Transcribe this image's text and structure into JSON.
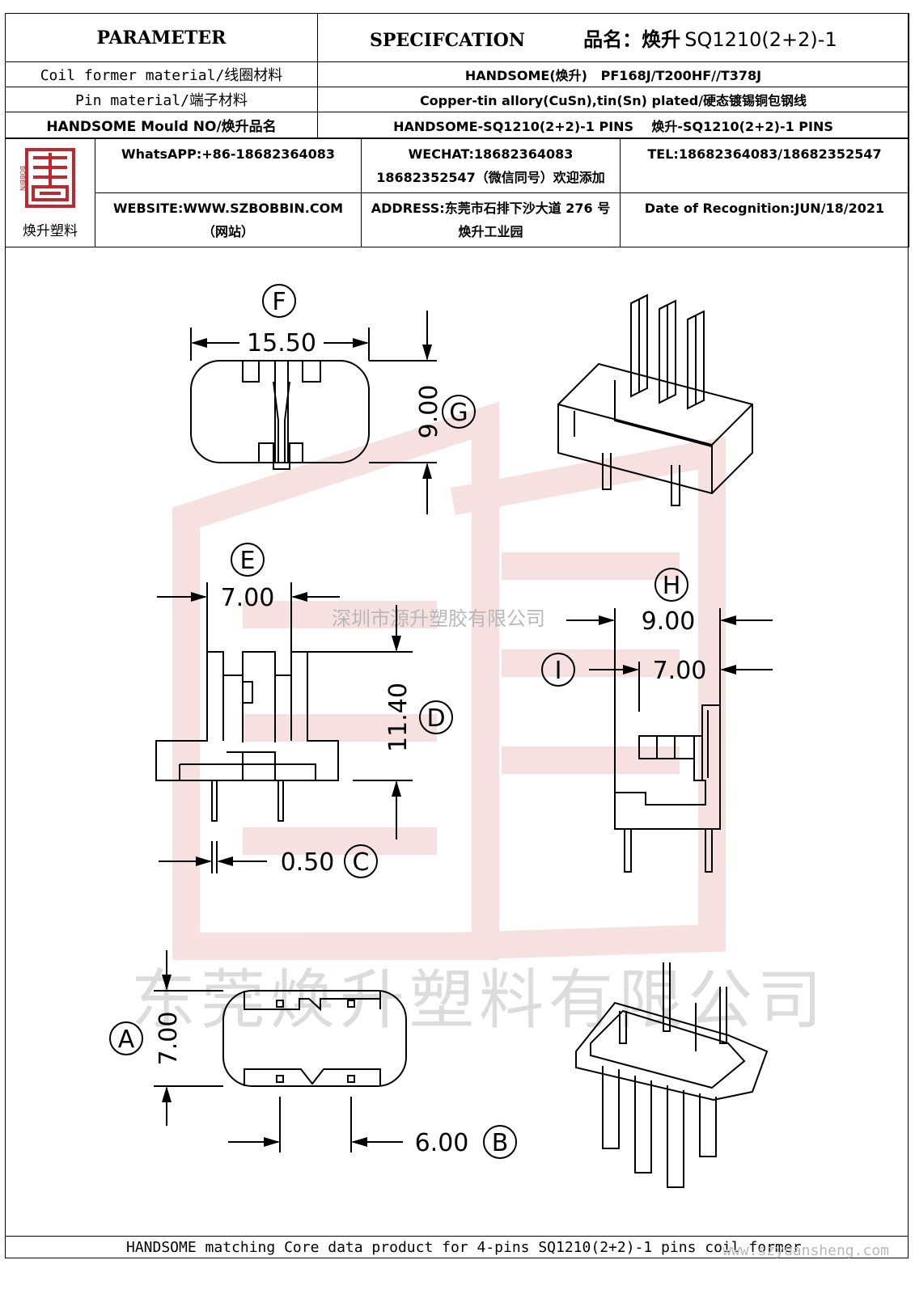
{
  "header": {
    "parameter_label": "PARAMETER",
    "specification_label": "SPECIFCATION",
    "product_name_label": "品名：焕升",
    "product_name_value": "SQ1210(2+2)-1",
    "rows": [
      {
        "param": "Coil former material/线圈材料",
        "spec": "HANDSOME(焕升)   PF168J/T200HF//T378J"
      },
      {
        "param": "Pin material/端子材料",
        "spec": "Copper-tin allory(CuSn),tin(Sn) plated/硬态镀锡铜包钢线"
      },
      {
        "param": "HANDSOME Mould NO/焕升品名",
        "spec": "HANDSOME-SQ1210(2+2)-1 PINS    焕升-SQ1210(2+2)-1 PINS"
      }
    ]
  },
  "company": {
    "logo_caption": "焕升塑料",
    "logo_letters": "BOBBIN",
    "whatsapp": "WhatsAPP:+86-18682364083",
    "wechat": "WECHAT:18682364083 18682352547（微信同号）欢迎添加",
    "tel": "TEL:18682364083/18682352547",
    "website": "WEBSITE:WWW.SZBOBBIN.COM（网站）",
    "address": "ADDRESS:东莞市石排下沙大道 276 号焕升工业园",
    "date": "Date of Recognition:JUN/18/2021"
  },
  "watermarks": {
    "line1": "深圳市源升塑胶有限公司",
    "line2": "东莞焕升塑料有限公司",
    "color": "#e06060"
  },
  "dimensions": {
    "F": {
      "letter": "F",
      "value": "15.50"
    },
    "G": {
      "letter": "G",
      "value": "9.00"
    },
    "E": {
      "letter": "E",
      "value": "7.00"
    },
    "D": {
      "letter": "D",
      "value": "11.40"
    },
    "C": {
      "letter": "C",
      "value": "0.50"
    },
    "H": {
      "letter": "H",
      "value": "9.00"
    },
    "I": {
      "letter": "I",
      "value": "7.00"
    },
    "A": {
      "letter": "A",
      "value": "7.00"
    },
    "B": {
      "letter": "B",
      "value": "6.00"
    }
  },
  "footer": {
    "text": "HANDSOME matching Core data  product for 4-pins SQ1210(2+2)-1 pins coil former",
    "url": "www.szyuansheng.com"
  }
}
